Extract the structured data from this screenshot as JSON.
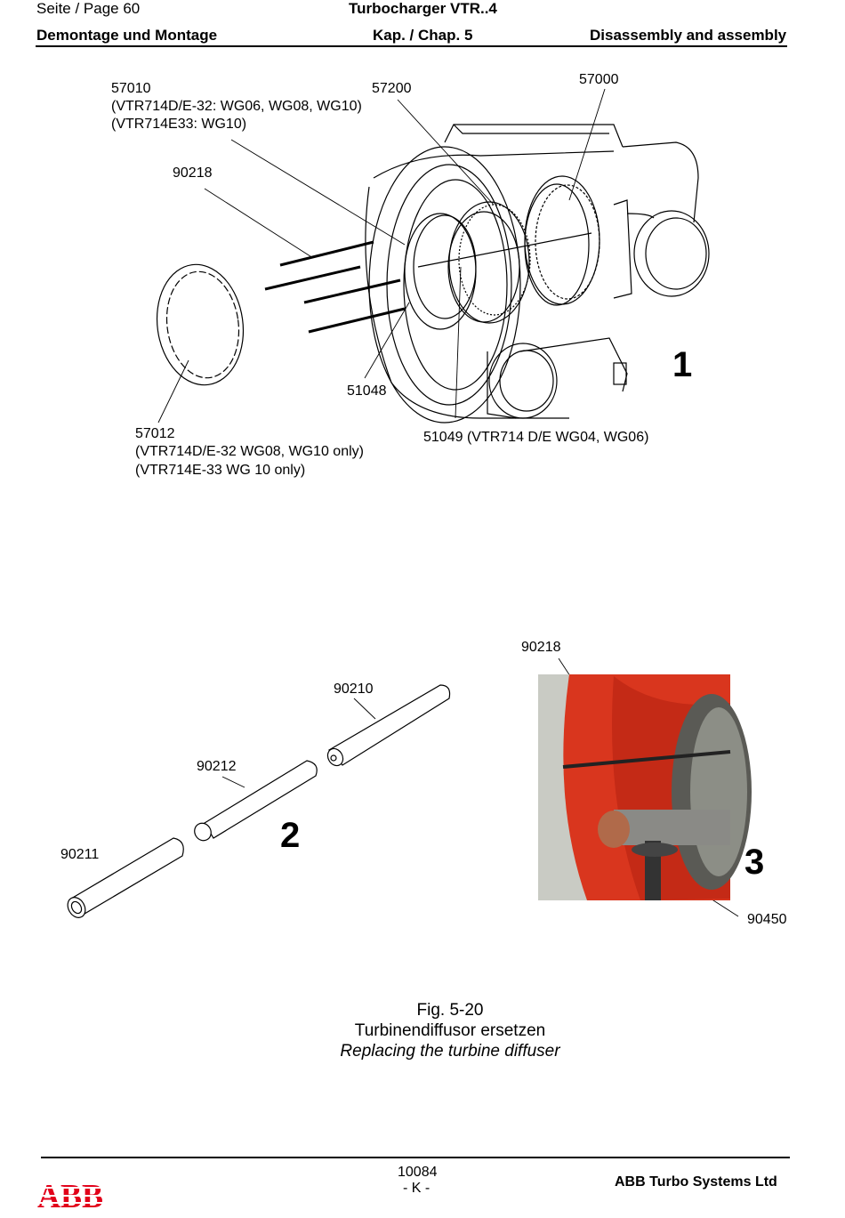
{
  "header": {
    "page_label": "Seite / Page  60",
    "product": "Turbocharger VTR..4",
    "left_title": "Demontage und Montage",
    "chapter": "Kap. / Chap. 5",
    "right_title": "Disassembly and assembly"
  },
  "figure1": {
    "number": "1",
    "labels": {
      "p57010": [
        "57010",
        "(VTR714D/E-32: WG06, WG08, WG10)",
        "(VTR714E33: WG10)"
      ],
      "p57200": "57200",
      "p57000": "57000",
      "p90218": "90218",
      "p51048": "51048",
      "p57012": [
        "57012",
        "(VTR714D/E-32 WG08, WG10 only)",
        "(VTR714E-33 WG 10 only)"
      ],
      "p51049": "51049 (VTR714 D/E  WG04, WG06)"
    }
  },
  "figure2": {
    "number": "2",
    "labels": {
      "p90210": "90210",
      "p90212": "90212",
      "p90211": "90211"
    }
  },
  "figure3": {
    "number": "3",
    "labels": {
      "p90218": "90218",
      "p90450": "90450"
    }
  },
  "caption": {
    "fig": "Fig. 5-20",
    "german": "Turbinendiffusor ersetzen",
    "english": "Replacing the turbine diffuser"
  },
  "footer": {
    "doc_number": "10084",
    "revision": "- K -",
    "company": "ABB Turbo Systems Ltd",
    "logo": "ABB",
    "logo_color": "#e2001a"
  }
}
